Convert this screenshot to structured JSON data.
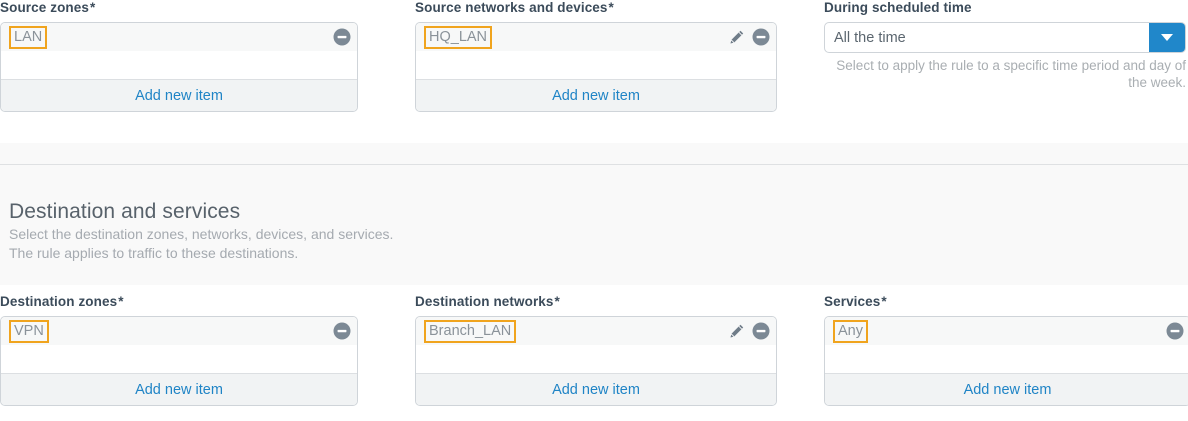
{
  "top_row": {
    "fields": [
      {
        "label": "Source zones",
        "required_mark": "*",
        "items": [
          {
            "tag": "LAN",
            "has_edit": false,
            "has_remove": true
          }
        ],
        "add_label": "Add new item"
      },
      {
        "label": "Source networks and devices",
        "required_mark": "*",
        "items": [
          {
            "tag": "HQ_LAN",
            "has_edit": true,
            "has_remove": true
          }
        ],
        "add_label": "Add new item"
      }
    ],
    "schedule": {
      "label": "During scheduled time",
      "required_mark": "",
      "selected_value": "All the time",
      "options": [
        "All the time"
      ],
      "help_text": "Select to apply the rule to a specific time period and day of the week.",
      "arrow_icon": "chevron-down-icon",
      "arrow_button_color": "#2087ca"
    }
  },
  "section": {
    "title": "Destination and services",
    "subtitle_line1": "Select the destination zones, networks, devices, and services.",
    "subtitle_line2": "The rule applies to traffic to these destinations."
  },
  "bottom_row": {
    "fields": [
      {
        "label": "Destination zones",
        "required_mark": "*",
        "items": [
          {
            "tag": "VPN",
            "has_edit": false,
            "has_remove": true
          }
        ],
        "add_label": "Add new item"
      },
      {
        "label": "Destination networks",
        "required_mark": "*",
        "items": [
          {
            "tag": "Branch_LAN",
            "has_edit": true,
            "has_remove": true
          }
        ],
        "add_label": "Add new item"
      },
      {
        "label": "Services",
        "required_mark": "*",
        "items": [
          {
            "tag": "Any",
            "has_edit": false,
            "has_remove": true
          }
        ],
        "add_label": "Add new item"
      }
    ]
  },
  "colors": {
    "tag_highlight": "#f0a41e",
    "link": "#1f84c6",
    "label": "#3b4b5a",
    "muted": "#a5aab0",
    "box_border": "#cfd4d9",
    "row_bg": "#f7f8f8",
    "footer_bg": "#f1f3f4",
    "section_bg": "#f9f9f9"
  },
  "icons": {
    "edit": "pencil-icon",
    "remove": "minus-circle-icon"
  }
}
